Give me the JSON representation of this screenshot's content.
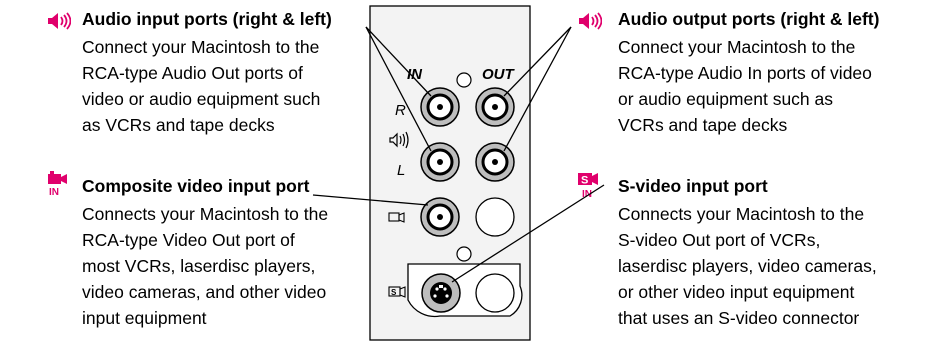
{
  "colors": {
    "accent": "#e0006c",
    "panel_bg": "#f3f3f3",
    "port_gray": "#bdbdbd",
    "ink": "#000000"
  },
  "icons": [
    "speaker-icon",
    "video-camera-in-icon",
    "svideo-in-icon"
  ],
  "audio_input": {
    "icon": "speaker-icon",
    "heading": "Audio input ports (right & left)",
    "lines": [
      "Connect your Macintosh to the",
      "RCA-type Audio Out ports of",
      "video or audio equipment such",
      "as VCRs and tape decks"
    ]
  },
  "composite_video": {
    "icon": "video-camera-in-icon",
    "icon_tag": "IN",
    "heading": "Composite video input port",
    "lines": [
      "Connects your Macintosh to the",
      "RCA-type Video Out port of",
      "most VCRs, laserdisc players,",
      "video cameras, and other video",
      "input equipment"
    ]
  },
  "audio_output": {
    "icon": "speaker-icon",
    "heading": "Audio output ports (right & left)",
    "lines": [
      "Connect your Macintosh to the",
      "RCA-type Audio In ports of video",
      "or audio equipment such as",
      "VCRs and tape decks"
    ]
  },
  "svideo": {
    "icon": "svideo-in-icon",
    "icon_tag": "IN",
    "heading": "S-video input port",
    "lines": [
      "Connects your Macintosh to the",
      "S-video Out port of VCRs,",
      "laserdisc players, video cameras,",
      "or other video input equipment",
      "that uses an S-video connector"
    ]
  },
  "panel": {
    "label_in": "IN",
    "label_out": "OUT",
    "label_r": "R",
    "label_l": "L"
  }
}
